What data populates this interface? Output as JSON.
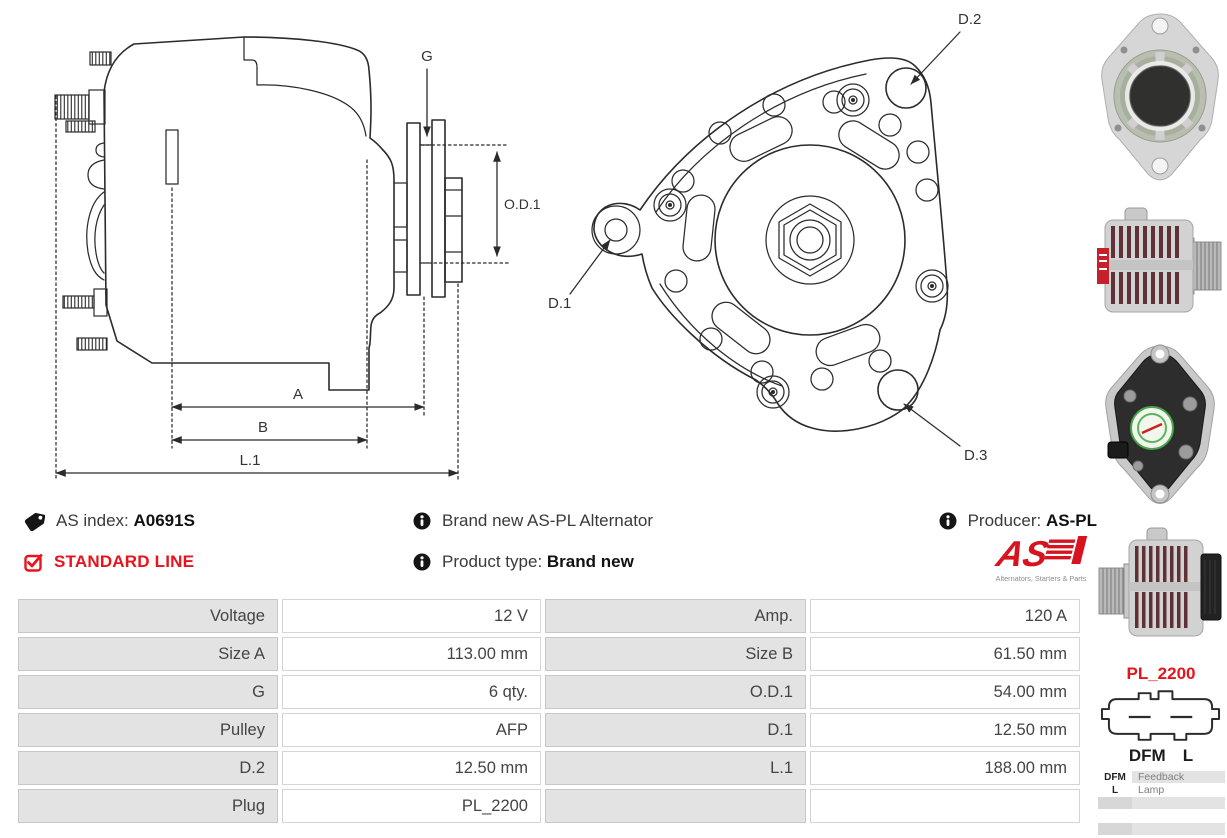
{
  "colors": {
    "accent_red": "#e8131c",
    "line": "#2b2b2b",
    "table_label_bg": "#e3e3e3"
  },
  "header": {
    "as_index_label": "AS index:",
    "as_index_value": "A0691S",
    "standard_line_label": "STANDARD LINE",
    "description": "Brand new AS-PL Alternator",
    "product_type_label": "Product type:",
    "product_type_value": "Brand new",
    "producer_label": "Producer:",
    "producer_value": "AS-PL",
    "brand_logo_text": "AS",
    "brand_logo_tagline": "Alternators, Starters & Parts"
  },
  "side_diagram": {
    "dim_g": "G",
    "dim_od1": "O.D.1",
    "dim_a": "A",
    "dim_b": "B",
    "dim_l1": "L.1"
  },
  "front_diagram": {
    "dim_d1": "D.1",
    "dim_d2": "D.2",
    "dim_d3": "D.3"
  },
  "plug": {
    "code": "PL_2200",
    "pin_left": "DFM",
    "pin_right": "L",
    "pin_rows": [
      {
        "pin": "DFM",
        "desc": "Feedback"
      },
      {
        "pin": "L",
        "desc": "Lamp"
      },
      {
        "pin": "",
        "desc": ""
      },
      {
        "pin": "",
        "desc": ""
      },
      {
        "pin": "",
        "desc": ""
      }
    ]
  },
  "spec_table": {
    "rows": [
      {
        "l_label": "Voltage",
        "l_value": "12 V",
        "r_label": "Amp.",
        "r_value": "120 A"
      },
      {
        "l_label": "Size A",
        "l_value": "113.00 mm",
        "r_label": "Size B",
        "r_value": "61.50 mm"
      },
      {
        "l_label": "G",
        "l_value": "6 qty.",
        "r_label": "O.D.1",
        "r_value": "54.00 mm"
      },
      {
        "l_label": "Pulley",
        "l_value": "AFP",
        "r_label": "D.1",
        "r_value": "12.50 mm"
      },
      {
        "l_label": "D.2",
        "l_value": "12.50 mm",
        "r_label": "L.1",
        "r_value": "188.00 mm"
      },
      {
        "l_label": "Plug",
        "l_value": "PL_2200",
        "r_label": "",
        "r_value": ""
      }
    ]
  }
}
